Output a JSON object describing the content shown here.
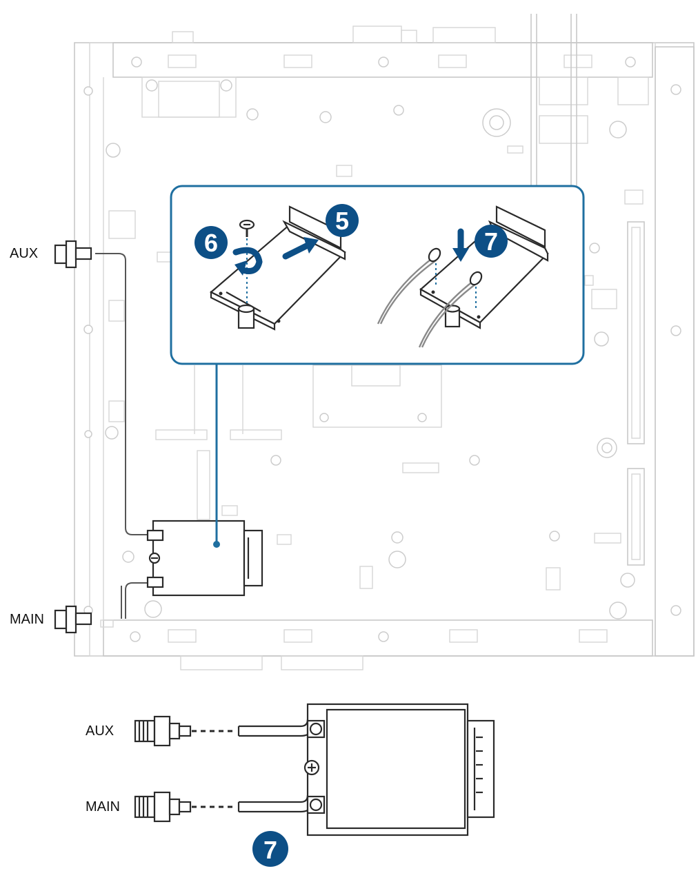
{
  "labels": {
    "aux_top": "AUX",
    "main_top": "MAIN",
    "aux_bottom": "AUX",
    "main_bottom": "MAIN"
  },
  "steps": {
    "step5": "5",
    "step6": "6",
    "step7_inset": "7",
    "step7_bottom": "7"
  },
  "colors": {
    "callout": "#1f6fa0",
    "badge": "#0d4f86",
    "line": "#c8c8c8",
    "ink": "#2a2a2a"
  },
  "icons": {
    "screw": "screw-icon",
    "arrow": "push-arrow-icon",
    "rotate": "rotate-arrow-icon"
  }
}
